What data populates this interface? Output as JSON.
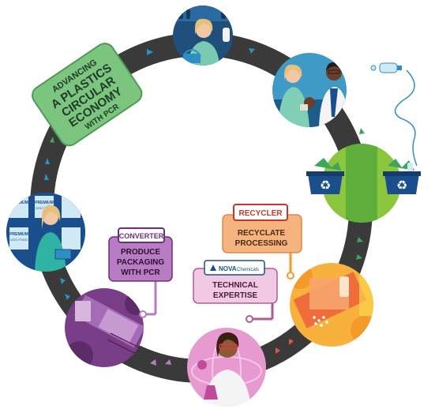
{
  "banner": {
    "line1": "ADVANCING",
    "line2": "A PLASTICS",
    "line3": "CIRCULAR",
    "line4": "ECONOMY",
    "line5": "WITH PCR"
  },
  "converter": {
    "tag": "CONVERTER",
    "line1": "PRODUCE",
    "line2": "PACKAGING",
    "line3": "WITH PCR"
  },
  "recycler": {
    "tag": "RECYCLER",
    "line1": "RECYCLATE",
    "line2": "PROCESSING"
  },
  "nova": {
    "logo_bold": "NOVA",
    "logo_light": "Chemicals",
    "line1": "TECHNICAL",
    "line2": "EXPERTISE"
  },
  "shelf_labels": {
    "premium": "PREMIUM",
    "dog_food": "DOG FOOD"
  },
  "icons": {
    "recycle": "recycle-icon",
    "arrow": "direction-arrow-icon"
  },
  "colors": {
    "track": "#3a3a3a",
    "banner_fill": "#7cc57f",
    "banner_text": "#1f3b2a",
    "converter_fill": "#b77cc2",
    "converter_border": "#6d2f7a",
    "recycler_fill": "#f5b37e",
    "recycler_border": "#c0392b",
    "nova_fill": "#f1c9e2",
    "nova_border": "#b05b98",
    "bin": "#1b4f8c",
    "arrow_green": "#3ea65b",
    "arrow_blue": "#2e8fc2",
    "arrow_red": "#e25544"
  }
}
